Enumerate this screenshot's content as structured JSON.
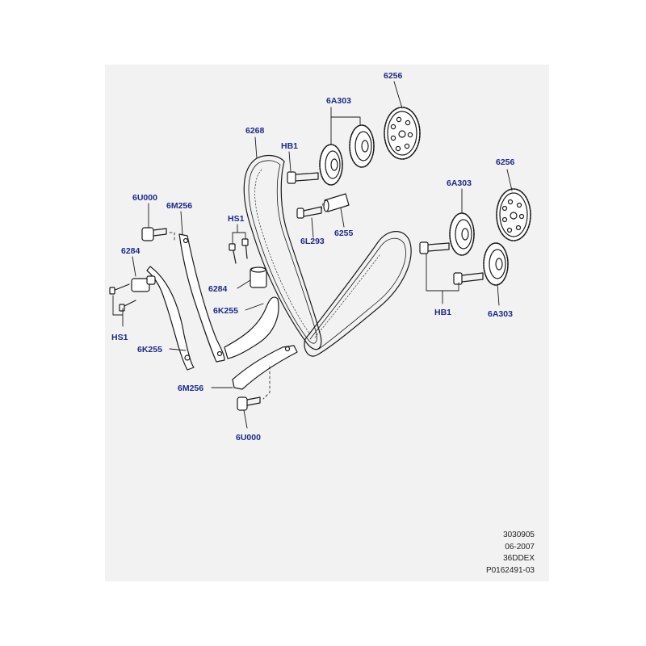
{
  "colors": {
    "callout": "#1c2a8a",
    "line": "#1a1a1a",
    "panel": "#f2f2f2",
    "part_fill": "#ffffff"
  },
  "callouts": [
    {
      "id": "c6256a",
      "text": "6256"
    },
    {
      "id": "c6A303a",
      "text": "6A303"
    },
    {
      "id": "c6268",
      "text": "6268"
    },
    {
      "id": "cHB1a",
      "text": "HB1"
    },
    {
      "id": "c6U000a",
      "text": "6U000"
    },
    {
      "id": "c6M256a",
      "text": "6M256"
    },
    {
      "id": "cHS1a",
      "text": "HS1"
    },
    {
      "id": "c6L293",
      "text": "6L293"
    },
    {
      "id": "c6255",
      "text": "6255"
    },
    {
      "id": "c6256b",
      "text": "6256"
    },
    {
      "id": "c6A303b",
      "text": "6A303"
    },
    {
      "id": "c6284a",
      "text": "6284"
    },
    {
      "id": "c6284b",
      "text": "6284"
    },
    {
      "id": "c6K255a",
      "text": "6K255"
    },
    {
      "id": "cHS1b",
      "text": "HS1"
    },
    {
      "id": "c6K255b",
      "text": "6K255"
    },
    {
      "id": "cHB1b",
      "text": "HB1"
    },
    {
      "id": "c6A303c",
      "text": "6A303"
    },
    {
      "id": "c6M256b",
      "text": "6M256"
    },
    {
      "id": "c6U000b",
      "text": "6U000"
    }
  ],
  "meta": {
    "line1": "3030905",
    "line2": "06-2007",
    "line3": "36DDEX",
    "line4": "P0162491-03"
  }
}
